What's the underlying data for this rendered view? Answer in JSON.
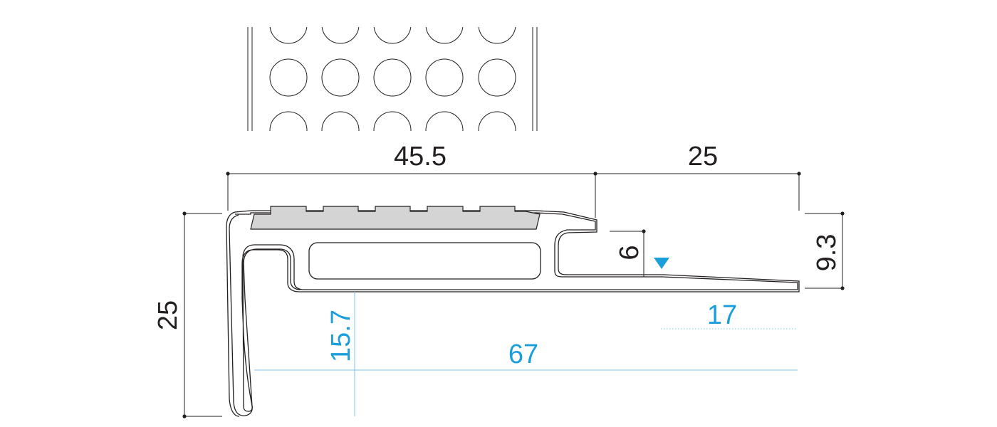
{
  "diagram": {
    "dimensions": {
      "top_width": "45.5",
      "right_width": "25",
      "left_height": "25",
      "right_height": "9.3",
      "ramp_depth": "6",
      "nose_height": "15.7",
      "total_width": "67",
      "ramp_width": "17"
    },
    "colors": {
      "line": "#231f20",
      "insert_fill": "#d4d4d4",
      "accent": "#1a9fdb",
      "accent_line": "#7cc6ea"
    }
  }
}
